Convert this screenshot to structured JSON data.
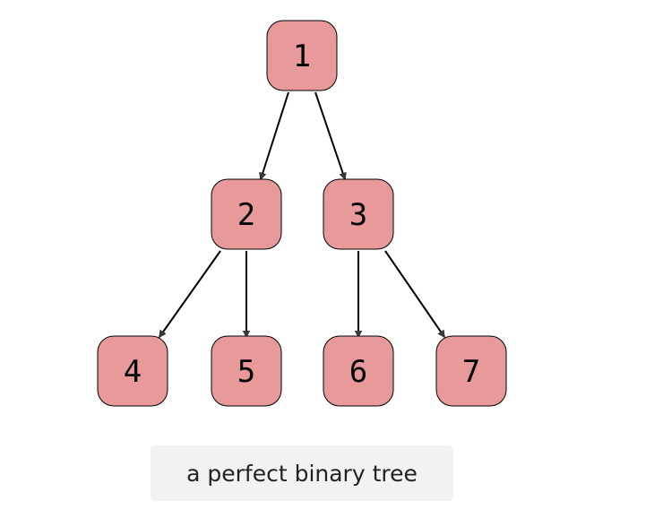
{
  "diagram": {
    "node_fill": "#e89a9a",
    "edge_color": "#000000",
    "nodes": [
      {
        "id": "1",
        "label": "1"
      },
      {
        "id": "2",
        "label": "2"
      },
      {
        "id": "3",
        "label": "3"
      },
      {
        "id": "4",
        "label": "4"
      },
      {
        "id": "5",
        "label": "5"
      },
      {
        "id": "6",
        "label": "6"
      },
      {
        "id": "7",
        "label": "7"
      }
    ],
    "edges": [
      {
        "from": "1",
        "to": "2"
      },
      {
        "from": "1",
        "to": "3"
      },
      {
        "from": "2",
        "to": "4"
      },
      {
        "from": "2",
        "to": "5"
      },
      {
        "from": "3",
        "to": "6"
      },
      {
        "from": "3",
        "to": "7"
      }
    ]
  },
  "caption": {
    "text": "a perfect binary tree",
    "background": "#f2f2f2"
  }
}
